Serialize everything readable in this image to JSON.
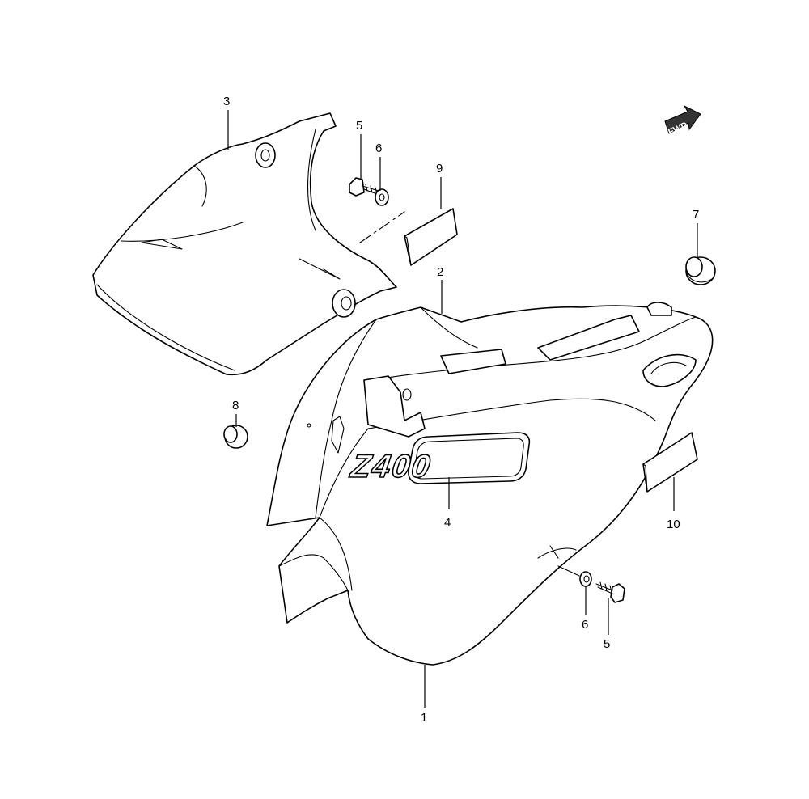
{
  "labels": {
    "part1": "1",
    "part2": "2",
    "part3": "3",
    "part4": "4",
    "part5_top": "5",
    "part5_bottom": "5",
    "part6_top": "6",
    "part6_bottom": "6",
    "part7": "7",
    "part8": "8",
    "part9": "9",
    "part10": "10"
  },
  "emblem_text": "Z400",
  "direction_badge": "FWD"
}
